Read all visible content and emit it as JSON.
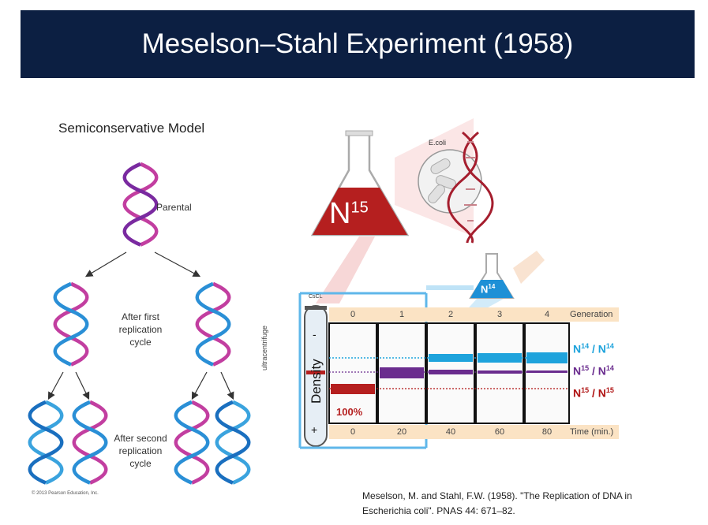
{
  "slide": {
    "title": "Meselson–Stahl Experiment (1958)",
    "model_title": "Semiconservative Model",
    "labels": {
      "parental": "Parental",
      "first_cycle": [
        "After first",
        "replication",
        "cycle"
      ],
      "second_cycle": [
        "After second",
        "replication",
        "cycle"
      ]
    },
    "copyright": "© 2013 Pearson Education, Inc.",
    "ecoli": "E.coli",
    "flask_n15": {
      "base": "N",
      "sup": "15"
    },
    "flask_n14": {
      "base": "N",
      "sup": "14"
    },
    "tube_label": "CsCL",
    "ultracentrifuge": "ultracentrifuge",
    "density": "Density",
    "minus": "-",
    "plus": "+",
    "generation_header": "Generation",
    "generations": [
      "0",
      "1",
      "2",
      "3",
      "4"
    ],
    "time_header": "Time (min.)",
    "times": [
      "0",
      "20",
      "40",
      "60",
      "80"
    ],
    "percent": "100%",
    "bands": [
      {
        "a": "14",
        "b": "14",
        "color": "#1ea3dc"
      },
      {
        "a": "15",
        "b": "14",
        "color": "#6a2c8e"
      },
      {
        "a": "15",
        "b": "15",
        "color": "#b01414"
      }
    ],
    "citation": [
      "Meselson, M. and Stahl, F.W. (1958). \"The Replication of DNA in",
      "Escherichia coli\". PNAS 44: 671–82."
    ]
  }
}
